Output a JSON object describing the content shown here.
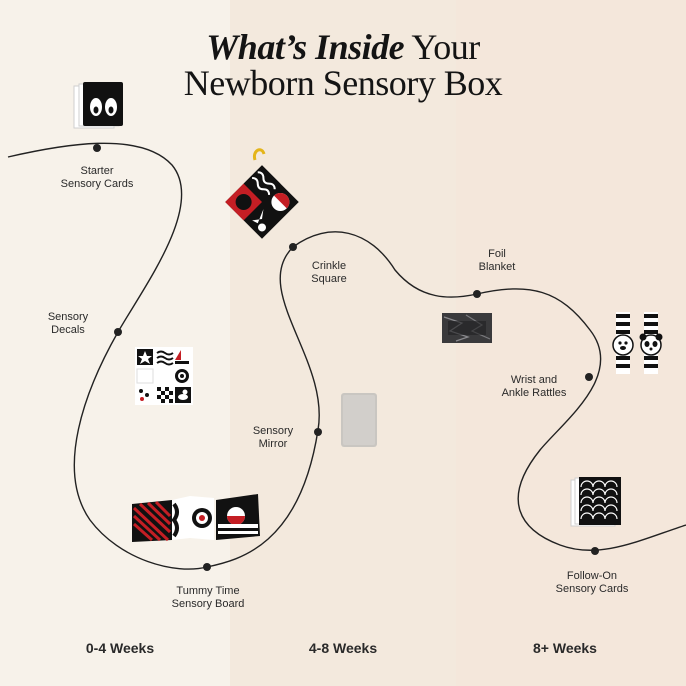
{
  "title": {
    "line1_italic": "What’s Inside",
    "line1_rest": " Your",
    "line2": "Newborn Sensory Box"
  },
  "milestones": [
    {
      "line1": "Starter",
      "line2": "Sensory Cards"
    },
    {
      "line1": "Sensory",
      "line2": "Decals"
    },
    {
      "line1": "Tummy Time",
      "line2": "Sensory Board"
    },
    {
      "line1": "Sensory",
      "line2": "Mirror"
    },
    {
      "line1": "Crinkle",
      "line2": "Square"
    },
    {
      "line1": "Foil",
      "line2": "Blanket"
    },
    {
      "line1": "Wrist and",
      "line2": "Ankle Rattles"
    },
    {
      "line1": "Follow-On",
      "line2": "Sensory Cards"
    }
  ],
  "weeks": [
    "0-4 Weeks",
    "4-8 Weeks",
    "8+ Weeks"
  ],
  "colors": {
    "band_left": "#f7f2ea",
    "band_mid": "#f3e9dd",
    "band_right": "#f4e7db",
    "line": "#222222",
    "accent_red": "#c41e24",
    "mirror_grey": "#c9c6c1"
  }
}
